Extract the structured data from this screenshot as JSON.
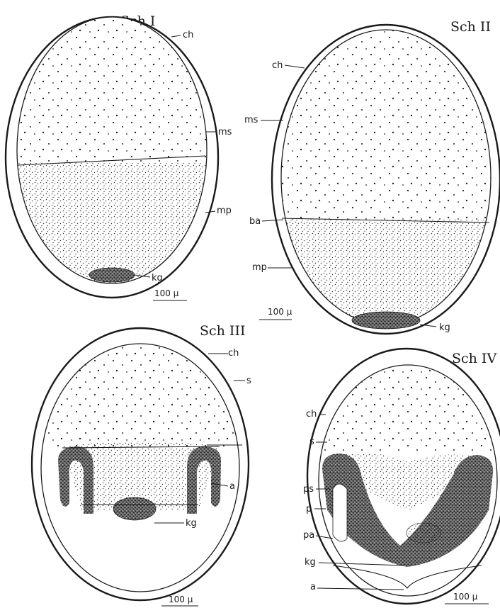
{
  "stages": [
    {
      "title": "Sch I",
      "labels": {
        "ch": "ch",
        "ms": "ms",
        "mp": "mp",
        "kg": "kg"
      },
      "scale": "100 μ"
    },
    {
      "title": "Sch II",
      "labels": {
        "ch": "ch",
        "ms": "ms",
        "ba": "ba",
        "mp": "mp",
        "kg": "kg"
      },
      "scale": "100 μ"
    },
    {
      "title": "Sch III",
      "labels": {
        "ch": "ch",
        "s": "s",
        "a": "a",
        "kg": "kg"
      },
      "scale": "100 μ"
    },
    {
      "title": "Sch IV",
      "labels": {
        "ch": "ch",
        "s": "s",
        "ps": "ps",
        "p": "p",
        "pa": "pa",
        "kg": "kg",
        "a": "a"
      },
      "scale": "100 μ"
    }
  ]
}
